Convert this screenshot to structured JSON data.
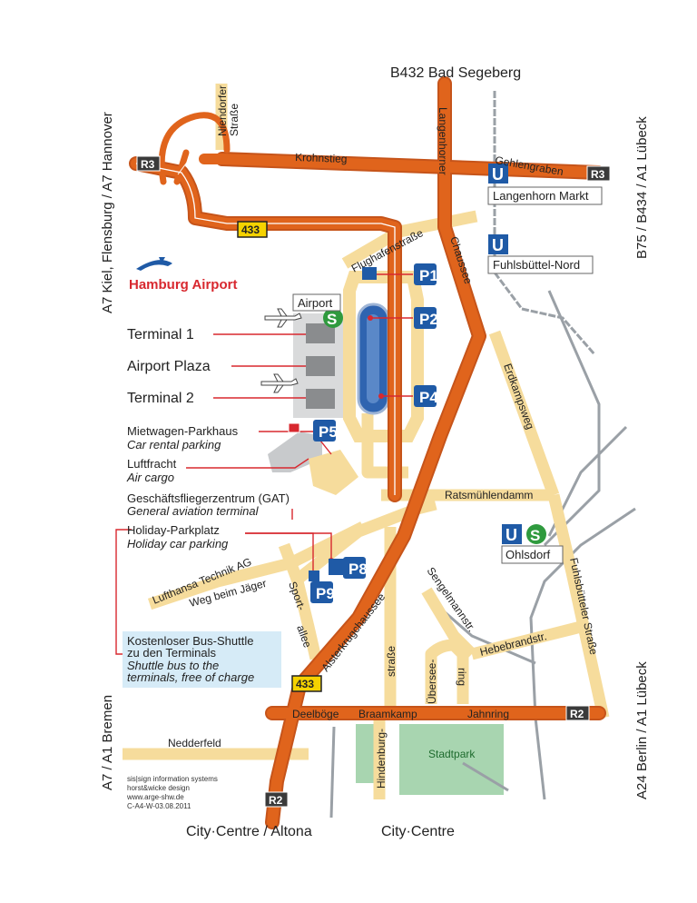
{
  "edges": {
    "top": "B432 Bad Segeberg",
    "left_top": "A7 Kiel, Flensburg / A7 Hannover",
    "left_bottom": "A7 / A1 Bremen",
    "right_top": "B75 / B434 / A1 Lübeck",
    "right_bottom": "A24 Berlin / A1 Lübeck",
    "bottom_left": "City·Centre / Altona",
    "bottom_center": "City·Centre"
  },
  "roads": {
    "niendorfer_1": "Niendorfer",
    "niendorfer_2": "Straße",
    "krohnstieg": "Krohnstieg",
    "langenhorner": "Langenhorner",
    "chaussee": "Chaussee",
    "gehlengraben": "Gehlengraben",
    "flughafenstrasse": "Flughafenstraße",
    "erdkampsweg": "Erdkampsweg",
    "ratsmuehlendamm": "Ratsmühlendamm",
    "fuhlsbuetteler": "Fuhlsbütteler Straße",
    "lufthansa": "Lufthansa Technik AG",
    "weg_beim_jaeger": "Weg beim Jäger",
    "sport": "Sport-",
    "allee": "allee",
    "alsterkrug": "Alsterkrugchaussee",
    "sengelmann": "Sengelmannstr.",
    "hebebrand": "Hebebrandstr.",
    "strasse": "straße",
    "uebersee": "Übersee-",
    "ring": "ring",
    "deelboege": "Deelböge",
    "braamkamp": "Braamkamp",
    "jahnring": "Jahnring",
    "hindenburg": "Hindenburg-",
    "nedderfeld": "Nedderfeld",
    "stadtpark": "Stadtpark"
  },
  "shields": {
    "r3_left": "R3",
    "r3_right": "R3",
    "r2_right": "R2",
    "r2_bottom": "R2",
    "b433_top": "433",
    "b433_bottom": "433"
  },
  "stations": {
    "langenhorn": "Langenhorn Markt",
    "fuhlsbuettel": "Fuhlsbüttel-Nord",
    "ohlsdorf": "Ohlsdorf",
    "airport": "Airport",
    "u": "U",
    "s": "S"
  },
  "logo": "Hamburg Airport",
  "places": {
    "terminal1": "Terminal 1",
    "airport_plaza": "Airport Plaza",
    "terminal2": "Terminal 2",
    "mietwagen": "Mietwagen-Parkhaus",
    "car_rental": "Car rental parking",
    "luftfracht": "Luftfracht",
    "air_cargo": "Air cargo",
    "gat": "Geschäftsfliegerzentrum (GAT)",
    "gat_en": "General aviation terminal",
    "holiday": "Holiday-Parkplatz",
    "holiday_en": "Holiday car parking"
  },
  "parking": [
    "P1",
    "P2",
    "P4",
    "P5",
    "P8",
    "P9"
  ],
  "shuttle": {
    "line1": "Kostenloser Bus-Shuttle",
    "line2": "zu den Terminals",
    "line3": "Shuttle bus to the",
    "line4": "terminals, free of charge"
  },
  "credits": {
    "line1": "sis|sign information systems",
    "line2": "horst&wicke design",
    "line3": "www.arge-shw.de",
    "line4": "C-A4-W-03.08.2011"
  },
  "colors": {
    "major_road": "#e0641c",
    "minor_road": "#f6dc9c",
    "rail": "#9aa0a6",
    "parking_blue": "#1f5aa6",
    "s_bahn_green": "#2f9a3e",
    "park_green": "#a8d5b0",
    "shuttle_bg": "#d6ebf7",
    "leader_red": "#d8282f"
  }
}
